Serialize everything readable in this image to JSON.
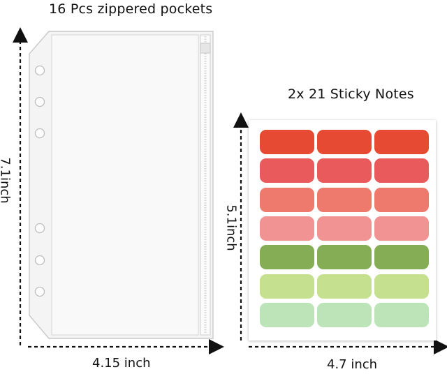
{
  "pockets": {
    "title": "16 Pcs zippered pockets",
    "width_label": "4.15 inch",
    "height_label": "7.1inch"
  },
  "sticky_notes": {
    "title": "2x 21 Sticky Notes",
    "width_label": "4.7 inch",
    "height_label": "5.1inch",
    "rows": [
      {
        "color": "#e64a33"
      },
      {
        "color": "#e85a5c"
      },
      {
        "color": "#ee7a6e"
      },
      {
        "color": "#f19293"
      },
      {
        "color": "#84ad56"
      },
      {
        "color": "#c5e08e"
      },
      {
        "color": "#bde3b9"
      }
    ],
    "columns": 3
  }
}
